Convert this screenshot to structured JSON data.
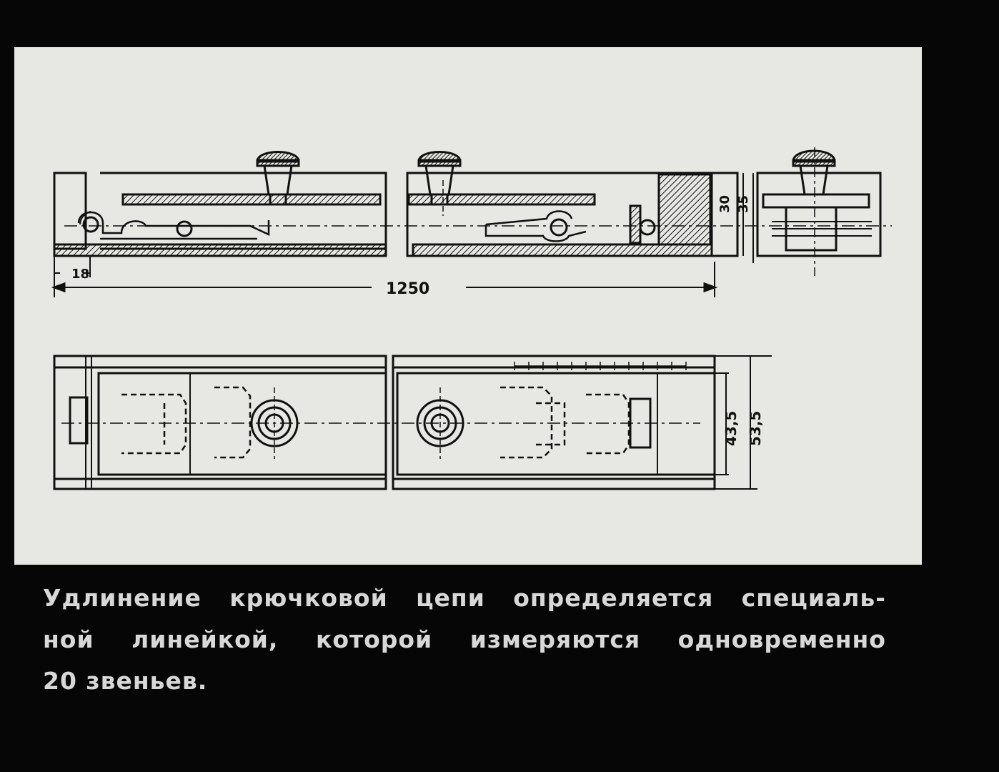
{
  "caption": {
    "line1": [
      "Удлинение",
      "крючковой",
      "цепи",
      "определяется",
      "специаль-"
    ],
    "line2": [
      "ной",
      "линейкой,",
      "которой",
      "измеряются",
      "одновременно"
    ],
    "line3": "20 звеньев."
  },
  "dimensions": {
    "offset": "18",
    "length": "1250",
    "height_a": "30",
    "height_b": "35",
    "width_a": "43,5",
    "width_b": "53,5"
  }
}
